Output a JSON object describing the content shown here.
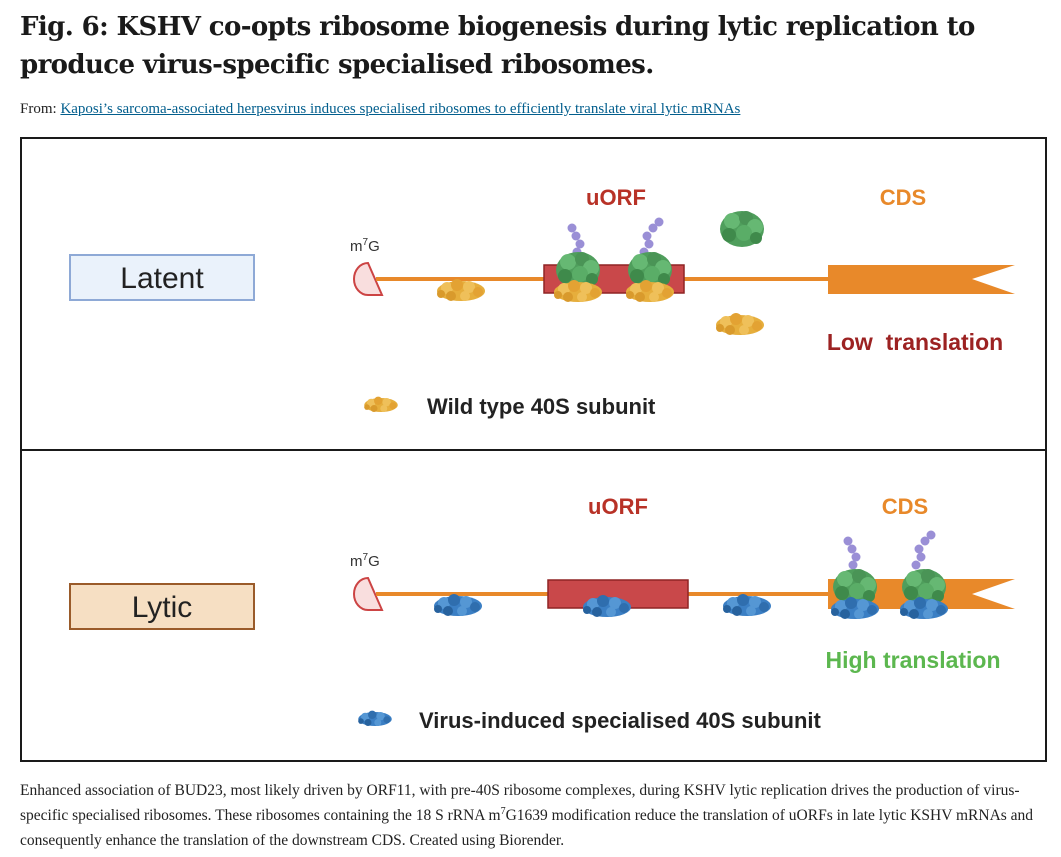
{
  "figure": {
    "title": "Fig. 6: KSHV co-opts ribosome biogenesis during lytic replication to produce virus-specific specialised ribosomes.",
    "from_label": "From:",
    "from_link": "Kaposi’s sarcoma-associated herpesvirus induces specialised ribosomes to efficiently translate viral lytic mRNAs"
  },
  "diagram": {
    "latent": {
      "state_label": "Latent",
      "cap_label": "m",
      "cap_sup": "7",
      "cap_label_end": "G",
      "uorf_label": "uORF",
      "cds_label": "CDS",
      "outcome": "Low  translation",
      "legend": "Wild type 40S subunit"
    },
    "lytic": {
      "state_label": "Lytic",
      "cap_label": "m",
      "cap_sup": "7",
      "cap_label_end": "G",
      "uorf_label": "uORF",
      "cds_label": "CDS",
      "outcome": "High translation",
      "legend": "Virus-induced specialised 40S subunit"
    },
    "colors": {
      "mrna": "#e8892a",
      "uorf_box": "#c9484a",
      "label_red": "#b83227",
      "cds_label": "#e8892a",
      "low": "#9c2222",
      "high": "#5cb74f",
      "subunit_wt": "#e6ae3c",
      "subunit_virus": "#3b7fc4",
      "ribosome_60s": "#4f9e5c",
      "peptide": "#9a8fd6"
    }
  },
  "caption": {
    "part1": "Enhanced association of BUD23, most likely driven by ORF11, with pre-40S ribosome complexes, during KSHV lytic replication drives the production of virus-specific specialised ribosomes. These ribosomes containing the 18 S rRNA m",
    "sup": "7",
    "part2": "G1639 modification reduce the translation of uORFs in late lytic KSHV mRNAs and consequently enhance the translation of the downstream CDS. Created using Biorender."
  }
}
